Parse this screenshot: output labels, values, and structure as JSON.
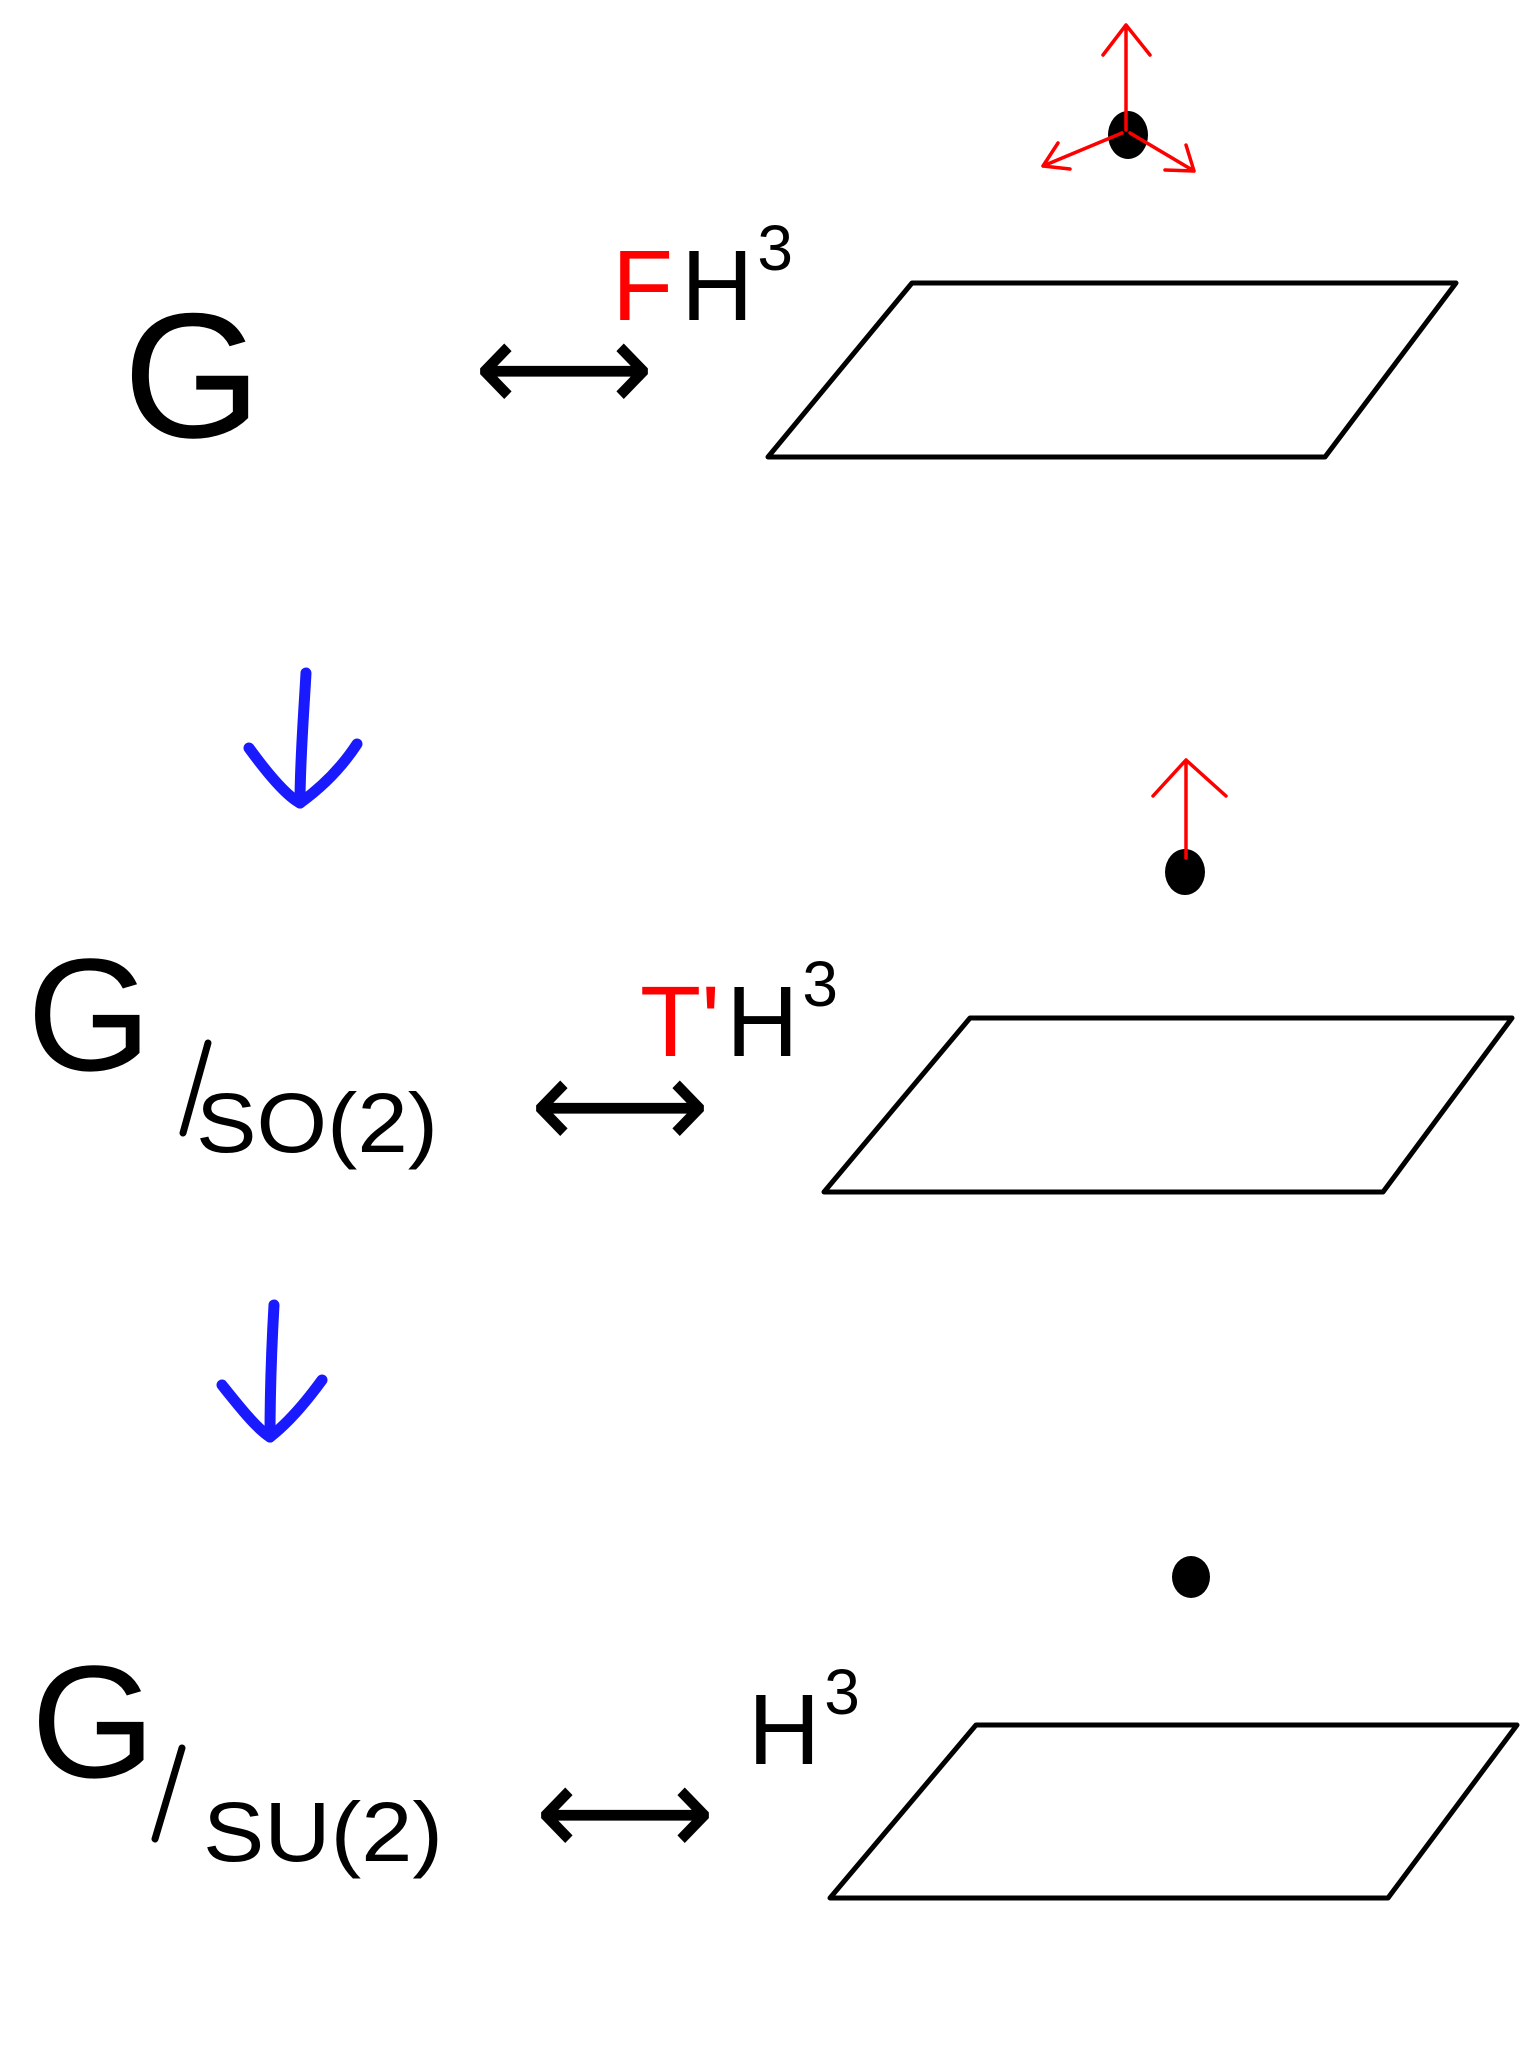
{
  "colors": {
    "ink": "#000000",
    "prefix_red": "#ff0000",
    "arrow_blue": "#1a1aff",
    "vector_red": "#ff0000"
  },
  "rows": [
    {
      "group": "G",
      "quotient": "",
      "relation": "⟷",
      "prefix": "F",
      "space": "H",
      "exponent": "3",
      "point_arrows": 3,
      "icon": "frame-icon"
    },
    {
      "group": "G",
      "quotient": "SO(2)",
      "relation": "⟷",
      "prefix": "T'",
      "space": "H",
      "exponent": "3",
      "point_arrows": 1,
      "icon": "tangent-vector-icon"
    },
    {
      "group": "G",
      "quotient": "SU(2)",
      "relation": "⟷",
      "prefix": "",
      "space": "H",
      "exponent": "3",
      "point_arrows": 0,
      "icon": "point-icon"
    }
  ],
  "down_arrows": [
    {
      "icon": "down-arrow-icon"
    },
    {
      "icon": "down-arrow-icon"
    }
  ]
}
